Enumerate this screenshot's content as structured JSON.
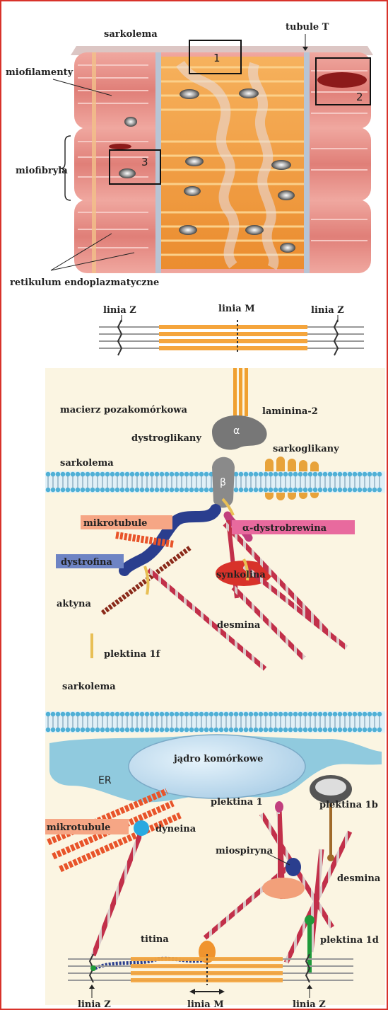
{
  "top_panel": {
    "sarkolema": "sarkolema",
    "tubule_t": "tubule T",
    "miofilamenty": "miofilamenty",
    "miofibryla": "miofibryla",
    "retikulum": "retikulum endoplazmatyczne",
    "box_numbers": [
      "1",
      "2",
      "3"
    ]
  },
  "sarcomere_scheme": {
    "linia_z_left": "linia Z",
    "linia_m": "linia M",
    "linia_z_right": "linia Z"
  },
  "bottom_panel": {
    "macierz": "macierz pozakomórkowa",
    "laminina": "laminina-2",
    "dystroglikany": "dystroglikany",
    "alpha": "α",
    "beta": "β",
    "sarkoglikany": "sarkoglikany",
    "sarkolema_1": "sarkolema",
    "mikrotubule_1": "mikrotubule",
    "a_dystrobrewina": "α-dystrobrewina",
    "dystrofina": "dystrofina",
    "synkolina": "synkolina",
    "aktyna": "aktyna",
    "desmina_1": "desmina",
    "plektina_1f": "plektina 1f",
    "sarkolema_2": "sarkolema",
    "jadro": "jądro komórkowe",
    "er": "ER",
    "plektina_1": "plektina 1",
    "plektina_1b": "plektina 1b",
    "mikrotubule_2": "mikrotubule",
    "dyneina": "dyneina",
    "miospiryna": "miospiryna",
    "desmina_2": "desmina",
    "titina": "titina",
    "plektina_1d": "plektina 1d",
    "linia_z_left": "linia Z",
    "linia_m": "linia M",
    "linia_z_right": "linia Z"
  },
  "colors": {
    "frame": "#d8322a",
    "muscle_pink": "#e8908a",
    "sarcomere_orange": "#f5a53c",
    "panel_bg": "#fbf5e2",
    "membrane_blue": "#5cb8d8",
    "desmin_red": "#c2304a",
    "microtubule_orange": "#e8542a",
    "dystrophin_blue": "#2a3e8e"
  }
}
